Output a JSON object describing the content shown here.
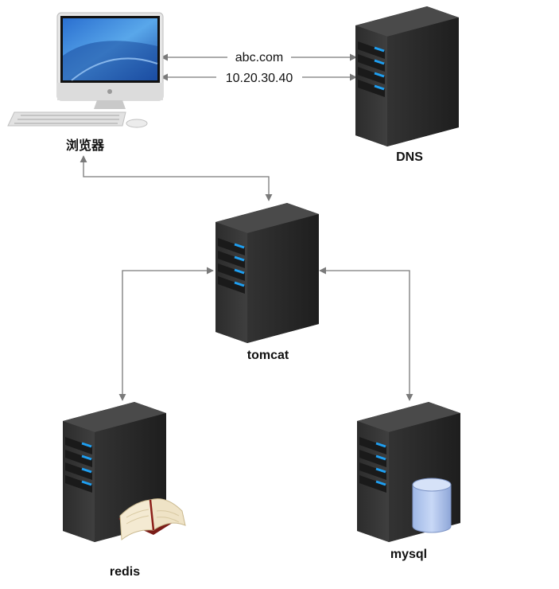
{
  "nodes": {
    "browser": {
      "label": "浏览器",
      "icon": "computer-icon"
    },
    "dns": {
      "label": "DNS",
      "icon": "server-icon"
    },
    "tomcat": {
      "label": "tomcat",
      "icon": "server-icon"
    },
    "redis": {
      "label": "redis",
      "icon": "server-icon",
      "badge_icon": "book-icon"
    },
    "mysql": {
      "label": "mysql",
      "icon": "server-icon",
      "badge_icon": "database-cylinder-icon"
    }
  },
  "edges": {
    "browser_to_dns": {
      "label": "abc.com",
      "direction": "bidirectional"
    },
    "dns_to_browser": {
      "label": "10.20.30.40",
      "direction": "bidirectional"
    },
    "browser_to_tomcat": {
      "label": "",
      "direction": "to-tomcat"
    },
    "tomcat_redis": {
      "label": "",
      "direction": "bidirectional"
    },
    "tomcat_mysql": {
      "label": "",
      "direction": "bidirectional"
    }
  },
  "colors": {
    "server_body": "#3a3a3a",
    "server_side": "#222222",
    "server_top": "#4a4a4a",
    "drive_led": "#1e9ff2",
    "arrow": "#7a7a7a",
    "screen": "#2f7fd6",
    "aluminum": "#d9d9d9"
  }
}
